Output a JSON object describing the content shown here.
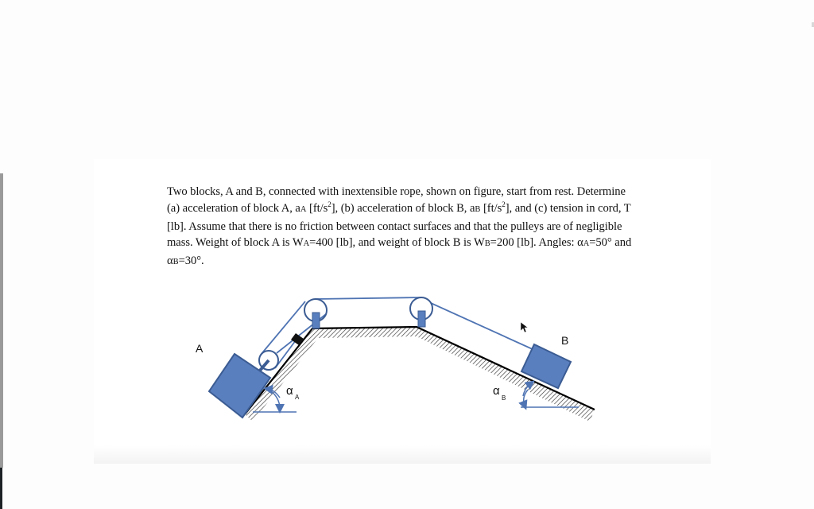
{
  "problem": {
    "line1": "Two blocks, A and B, connected with inextensible rope, shown on figure, start from rest. Determine",
    "line2_a": "(a) acceleration of block A, a",
    "line2_sub_a": "A",
    "line2_b": " [ft/s",
    "line2_sup1": "2",
    "line2_c": "], (b) acceleration of block B, a",
    "line2_sub_b": "B",
    "line2_d": " [ft/s",
    "line2_sup2": "2",
    "line2_e": "], and (c) tension in cord, T",
    "line3": "[lb]. Assume that there is no friction between contact surfaces and that the pulleys are of negligible",
    "line4_a": "mass. Weight of block A is W",
    "line4_sub_a": "A",
    "line4_b": "=400 [lb], and weight of block B is W",
    "line4_sub_b": "B",
    "line4_c": "=200 [lb]. Angles: α",
    "line4_sub_c": "A",
    "line4_d": "=50° and",
    "line5_a": "α",
    "line5_sub": "B",
    "line5_b": "=30°."
  },
  "given": {
    "W_A_lb": 400,
    "W_B_lb": 200,
    "alpha_A_deg": 50,
    "alpha_B_deg": 30
  },
  "figure": {
    "label_block_a": "A",
    "label_block_b": "B",
    "label_alpha": "α",
    "label_alpha_a_sub": "A",
    "label_alpha_b_sub": "B",
    "colors": {
      "block_fill": "#5a7fbf",
      "block_stroke": "#3b5c93",
      "rope": "#4f74b3",
      "ground": "#000000",
      "hatch": "#555555"
    }
  }
}
